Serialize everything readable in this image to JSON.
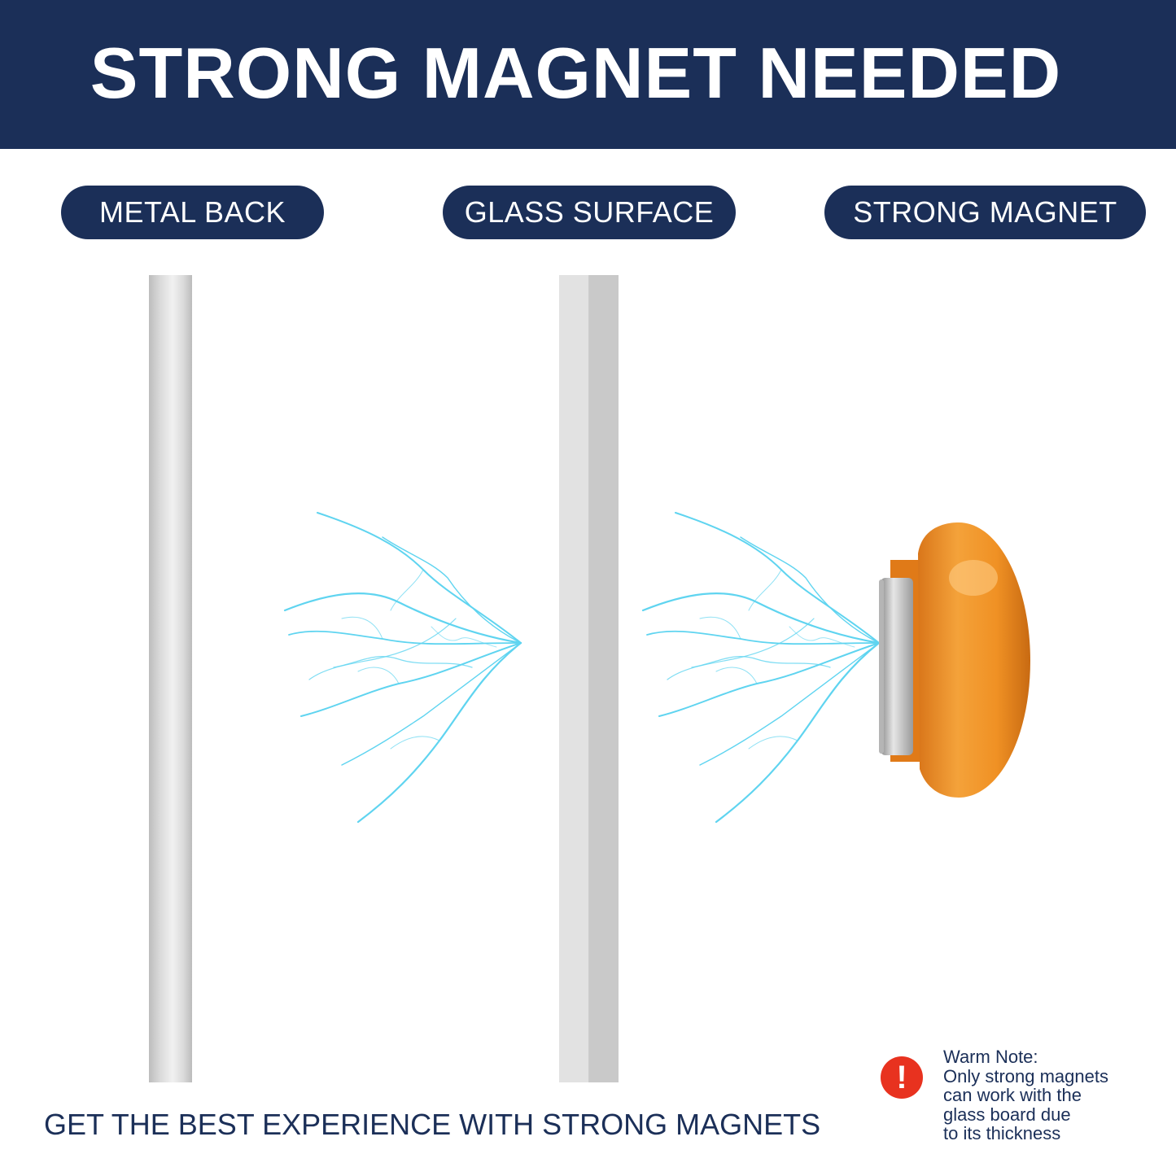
{
  "banner": {
    "title": "STRONG MAGNET NEEDED"
  },
  "labels": {
    "metal_back": "METAL BACK",
    "glass_surface": "GLASS SURFACE",
    "strong_magnet": "STRONG MAGNET"
  },
  "tagline": "GET THE BEST EXPERIENCE WITH STRONG MAGNETS",
  "warm_note": {
    "icon": "exclamation-icon",
    "lines": [
      "Warm Note:",
      "Only strong magnets",
      "can work with the",
      "glass board due",
      "to its thickness"
    ]
  },
  "colors": {
    "navy": "#1b2f58",
    "lightning": "#5fd4f0",
    "magnet_orange": "#f29a2a",
    "warning_red": "#e8321f"
  }
}
